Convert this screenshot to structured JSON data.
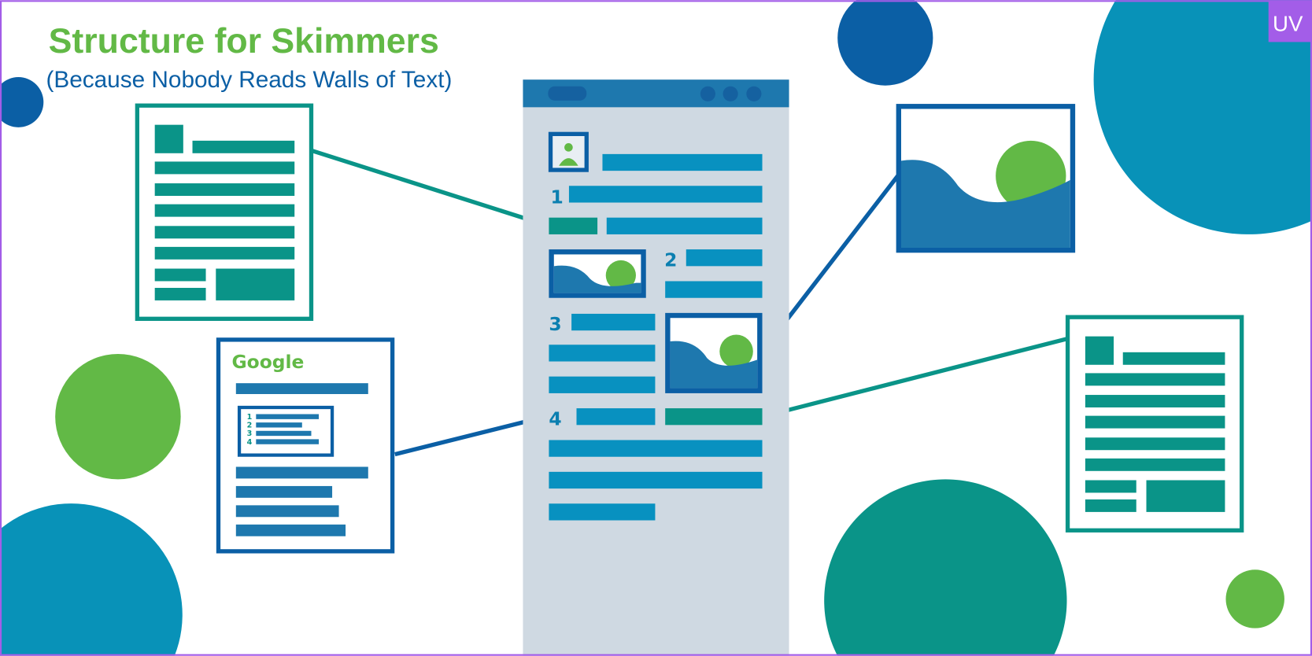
{
  "header": {
    "title": "Structure for Skimmers",
    "subtitle": "(Because Nobody Reads Walls of Text)"
  },
  "logo": {
    "text": "UV"
  },
  "page_mockup": {
    "section_numbers": [
      "1",
      "2",
      "3",
      "4"
    ]
  },
  "search_result": {
    "brand": "Google",
    "snippet_numbers": [
      "1",
      "2",
      "3",
      "4"
    ]
  },
  "colors": {
    "green": "#62b946",
    "blue": "#0b5fa5",
    "teal": "#0a9488",
    "light_blue": "#0891c0",
    "border": "#a35de8"
  }
}
